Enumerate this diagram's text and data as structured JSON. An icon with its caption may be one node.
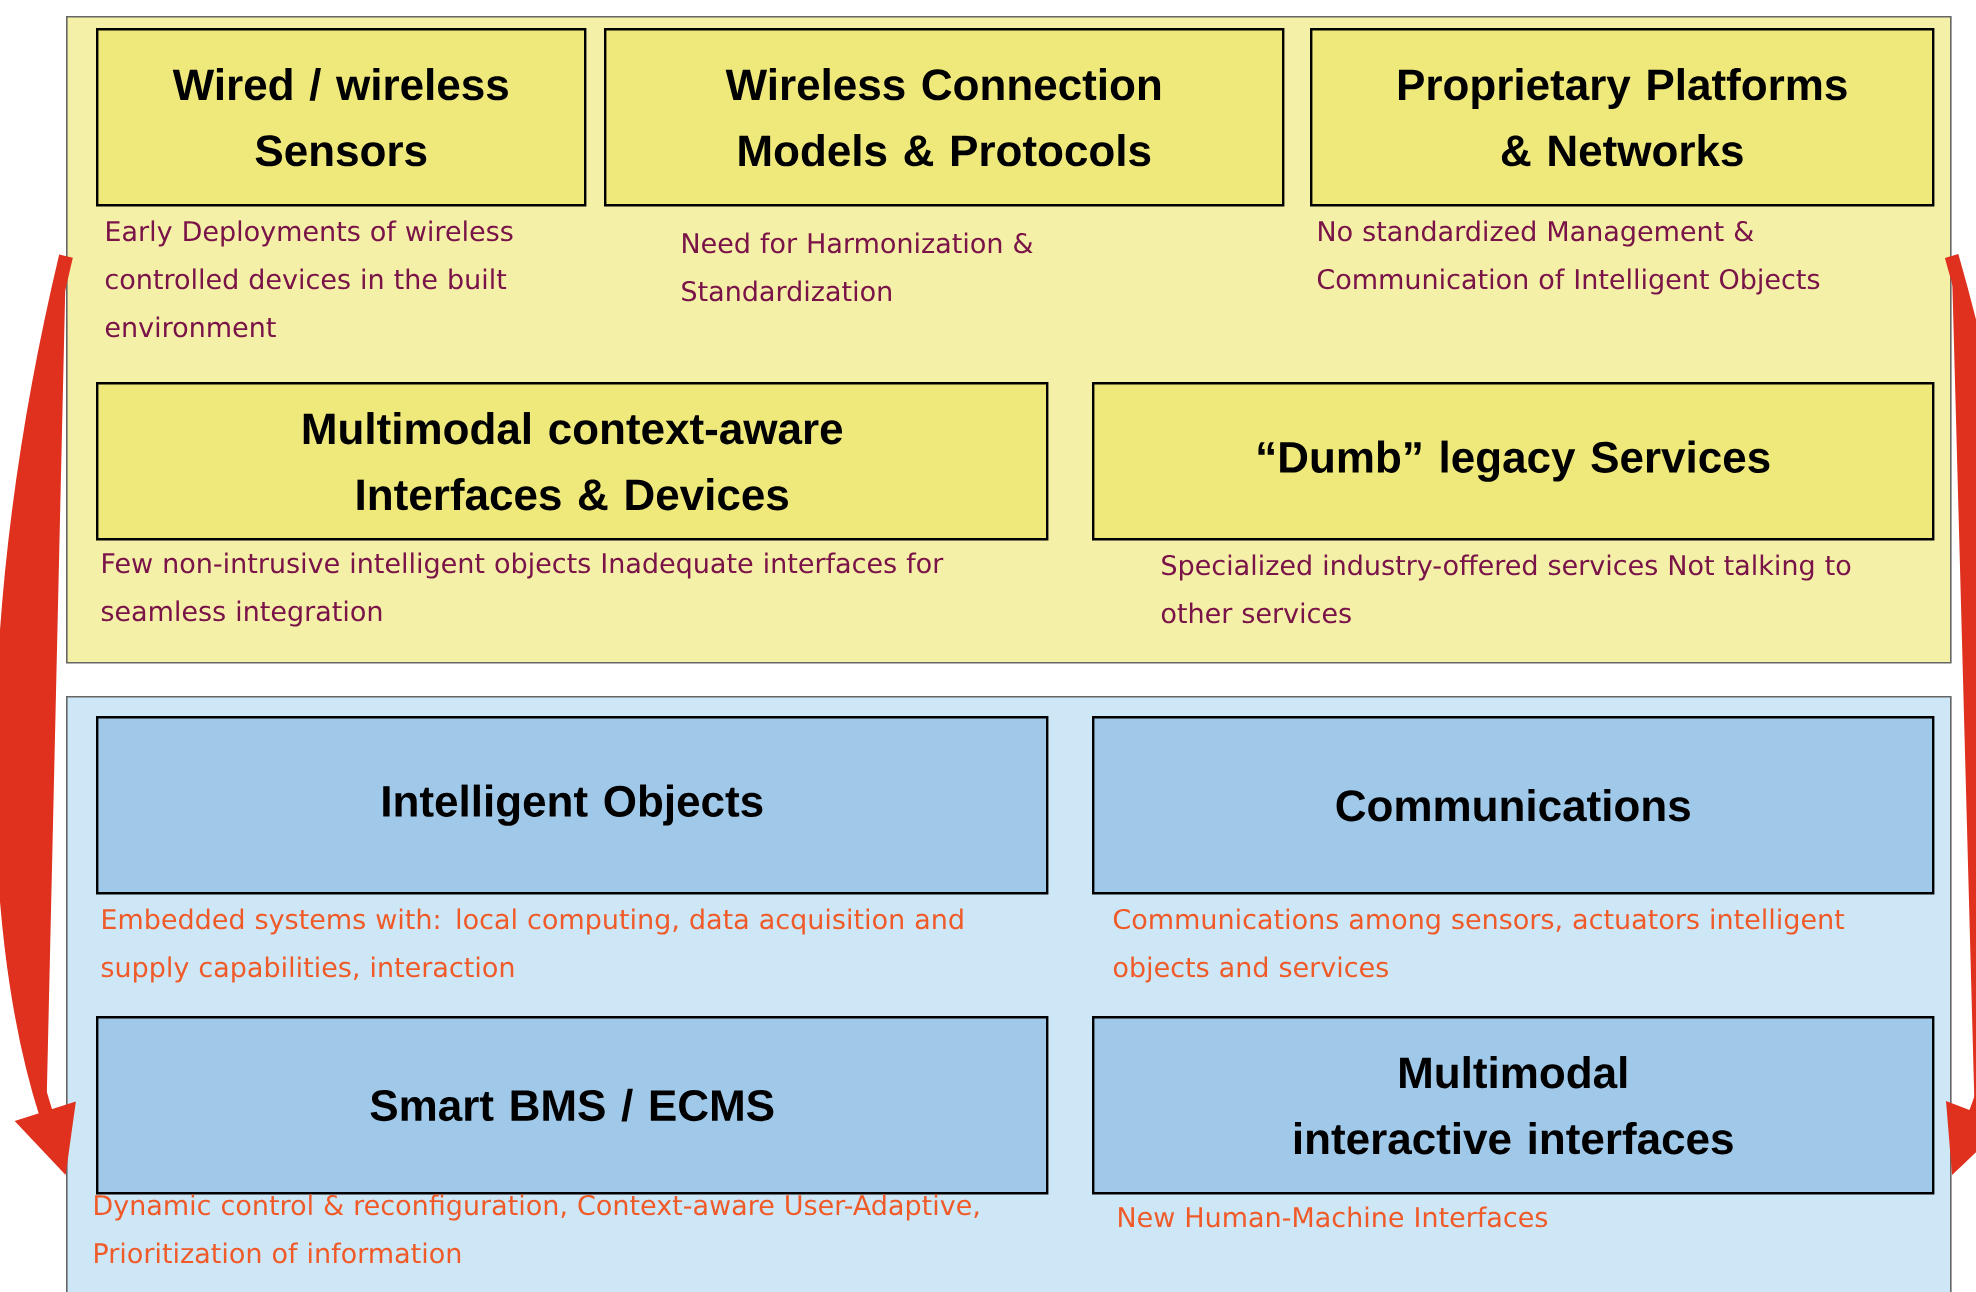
{
  "diagram": {
    "nodes": [
      {
        "text": [],
        "shape": "box"
      },
      {
        "text": [
          "Wired / wireless Sensors"
        ],
        "in": 0,
        "beside": [
          "Early Deployments of wireless controlled devices in the built environment"
        ]
      },
      {
        "text": [
          "Wireless Connection Models & Protocols"
        ],
        "in": 0,
        "beside": [
          "Need for Harmonization & Standardization"
        ]
      },
      {
        "text": [
          "Proprietary Platforms & Networks"
        ],
        "in": 0,
        "beside": [
          "No standardized Management & Communication of Intelligent Objects"
        ]
      },
      {
        "text": [
          "Multimodal context-aware Interfaces & Devices"
        ],
        "in": 0,
        "beside": [
          "Few non-intrusive intelligent objects Inadequate interfaces for seamless integration"
        ]
      },
      {
        "text": [
          "“Dumb” legacy Services"
        ],
        "in": 0,
        "beside": [
          "Specialized industry-offered services Not talking to other services"
        ]
      },
      {
        "text": [],
        "shape": "box"
      },
      {
        "text": [
          "Intelligent Objects"
        ],
        "in": 6,
        "beside": [
          "Embedded systems with: local computing, data acquisition and supply capabilities, interaction"
        ]
      },
      {
        "text": [
          "Communications"
        ],
        "in": 6,
        "beside": [
          "Communications among sensors, actuators intelligent objects and services"
        ]
      },
      {
        "text": [
          "Smart BMS / ECMS"
        ],
        "in": 6,
        "beside": [
          "Dynamic control & reconfiguration, Context-aware User-Adaptive, Prioritization of information"
        ]
      },
      {
        "text": [
          "Multimodal interactive interfaces"
        ],
        "in": 6,
        "beside": [
          "New Human-Machine Interfaces"
        ]
      }
    ],
    "edges": [
      {
        "from": 0,
        "to": 6,
        "arrow": "to"
      },
      {
        "from": 0,
        "to": 6,
        "arrow": "to"
      }
    ]
  }
}
